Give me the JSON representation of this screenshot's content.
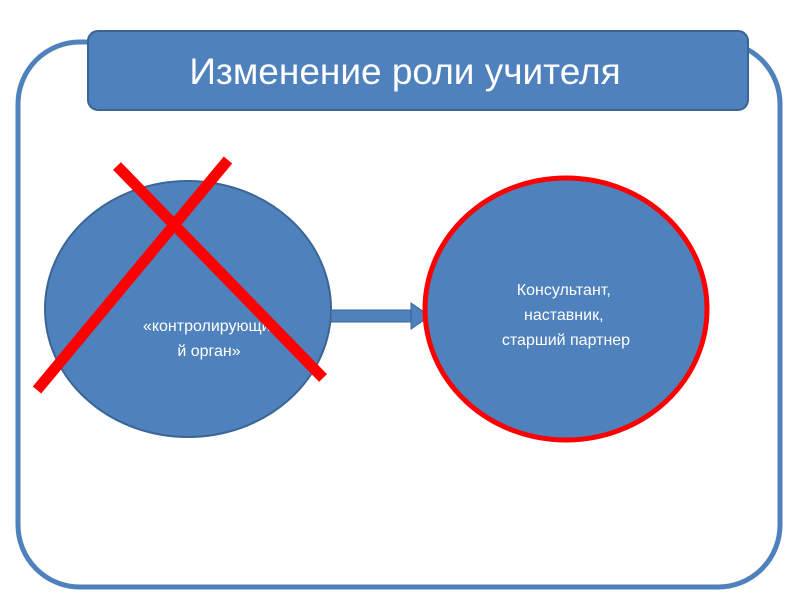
{
  "slide": {
    "title": "Изменение роли учителя"
  },
  "diagram": {
    "left_node": {
      "lines": [
        "«контролирующи",
        "й орган»"
      ],
      "status": "crossed-out"
    },
    "right_node": {
      "lines": [
        "Консультант,",
        "наставник,",
        "старший партнер"
      ]
    },
    "connector": "arrow-right"
  },
  "colors": {
    "frame_stroke": "#4f81bd",
    "node_fill": "#4f81bd",
    "node_stroke": "#3a6594",
    "title_fill": "#4f81bd",
    "highlight_red": "#ff0000"
  }
}
